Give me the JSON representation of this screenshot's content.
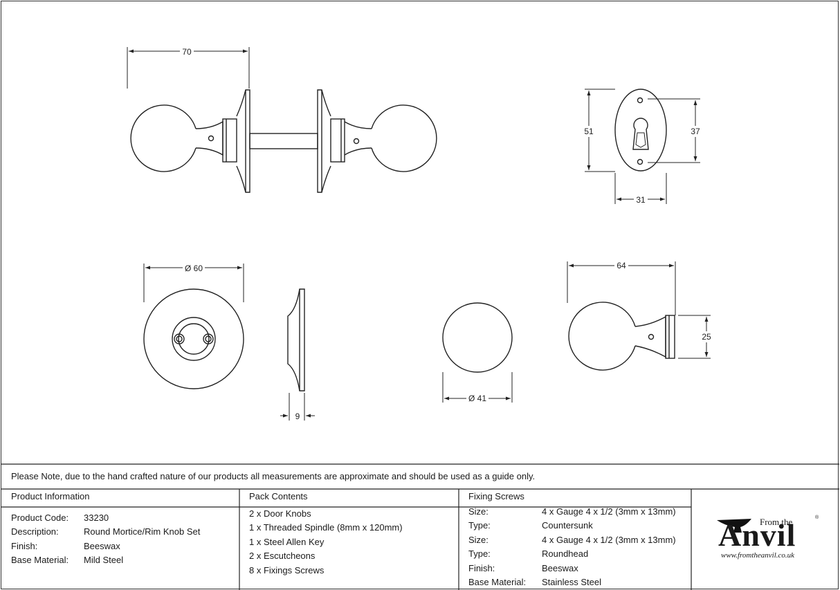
{
  "dimensions": {
    "knob_set_width": "70",
    "escutcheon_height": "51",
    "keyhole_span": "37",
    "escutcheon_width": "31",
    "rose_diameter": "Ø 60",
    "rose_depth": "9",
    "knob_diameter": "Ø 41",
    "knob_length": "64",
    "neck_diameter": "25"
  },
  "note": "Please Note, due to the hand crafted nature of our products all measurements are approximate and should be used as a guide only.",
  "product_information": {
    "heading": "Product Information",
    "rows": [
      {
        "key": "Product Code:",
        "value": "33230"
      },
      {
        "key": "Description:",
        "value": "Round Mortice/Rim Knob Set"
      },
      {
        "key": "Finish:",
        "value": "Beeswax"
      },
      {
        "key": "Base Material:",
        "value": "Mild Steel"
      }
    ]
  },
  "pack_contents": {
    "heading": "Pack Contents",
    "items": [
      "2 x Door Knobs",
      "1 x Threaded Spindle (8mm x 120mm)",
      "1 x Steel Allen Key",
      "2 x Escutcheons",
      "8 x Fixings Screws"
    ]
  },
  "fixing_screws": {
    "heading": "Fixing Screws",
    "rows": [
      {
        "key": "Size:",
        "value": "4 x Gauge 4 x 1/2 (3mm x 13mm)"
      },
      {
        "key": "Type:",
        "value": "Countersunk"
      },
      {
        "key": "Size:",
        "value": "4 x Gauge 4 x 1/2 (3mm x 13mm)"
      },
      {
        "key": "Type:",
        "value": "Roundhead"
      },
      {
        "key": "Finish:",
        "value": "Beeswax"
      },
      {
        "key": "Base Material:",
        "value": "Stainless Steel"
      }
    ]
  },
  "logo": {
    "from_text": "From the",
    "brand": "Anvil",
    "registered": "®",
    "url": "www.fromtheanvil.co.uk"
  }
}
